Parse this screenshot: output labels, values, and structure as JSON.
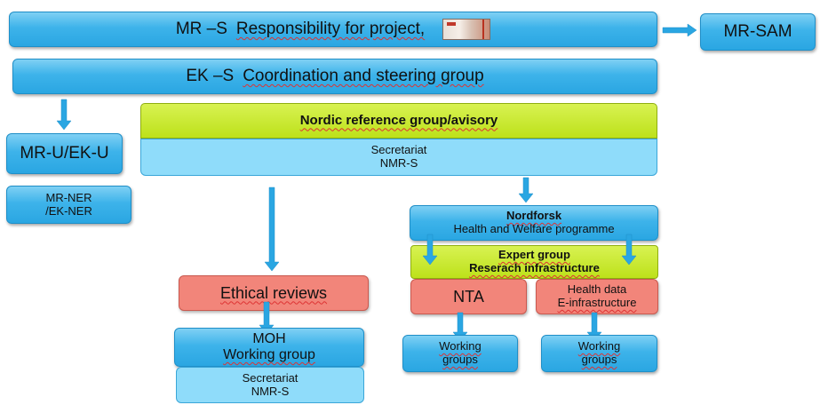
{
  "top": {
    "mr_s_prefix": "MR –S",
    "mr_s_label": "Responsibility for project,",
    "mr_sam": "MR-SAM"
  },
  "ek_s": {
    "prefix": "EK –S",
    "label": "Coordination and steering group"
  },
  "left": {
    "mr_u": "MR-U/EK-U",
    "mr_ner_line1": "MR-NER",
    "mr_ner_line2": "/EK-NER"
  },
  "nordic": {
    "label": "Nordic reference group/avisory",
    "secretariat_line1": "Secretariat",
    "secretariat_line2": "NMR-S"
  },
  "ethics": {
    "label": "Ethical reviews",
    "moh_line1": "MOH",
    "moh_line2": "Working group",
    "sec_line1": "Secretariat",
    "sec_line2": "NMR-S"
  },
  "nordforsk": {
    "title": "Nordforsk",
    "subtitle": "Health and Welfare programme",
    "expert_line1": "Expert group",
    "expert_line2": "Reserach infrastructure",
    "nta": "NTA",
    "health_line1": "Health data",
    "health_line2": "E-infrastructure",
    "wg1_line1": "Working",
    "wg1_line2": "groups",
    "wg2_line1": "Working",
    "wg2_line2": "groups"
  },
  "colors": {
    "blue": "#2aa6e2",
    "light_blue": "#8fdcfa",
    "green": "#bde11a",
    "salmon": "#f2857a"
  }
}
